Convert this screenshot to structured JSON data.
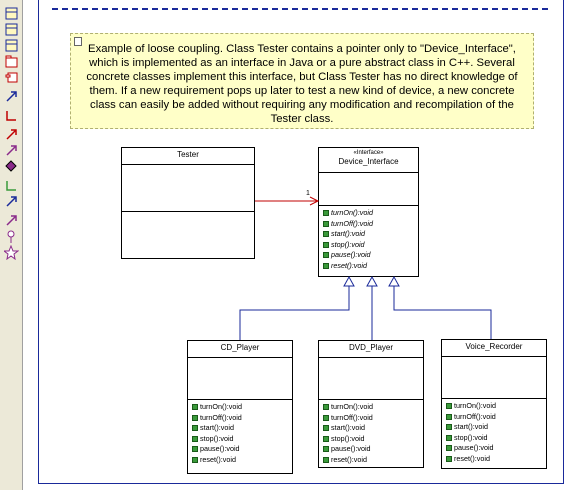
{
  "note": {
    "text": "Example of loose coupling.  Class Tester contains a pointer only to \"Device_Interface\", which is implemented as an interface in Java or a pure abstract class in C++.  Several concrete classes implement this interface, but Class Tester has no direct knowledge of them.  If a new requirement pops up later to test a new kind of device, a new concrete class can easily be added without requiring any modification and recompilation of the Tester class."
  },
  "tester": {
    "name": "Tester"
  },
  "device_interface": {
    "stereotype": "«Interface»",
    "name": "Device_Interface",
    "operations": [
      "turnOn():void",
      "turnOff():void",
      "start():void",
      "stop():void",
      "pause():void",
      "reset():void"
    ]
  },
  "association": {
    "multiplicity": "1"
  },
  "cd_player": {
    "name": "CD_Player",
    "operations": [
      "turnOn():void",
      "turnOff():void",
      "start():void",
      "stop():void",
      "pause():void",
      "reset():void"
    ]
  },
  "dvd_player": {
    "name": "DVD_Player",
    "operations": [
      "turnOn():void",
      "turnOff():void",
      "start():void",
      "stop():void",
      "pause():void",
      "reset():void"
    ]
  },
  "voice_recorder": {
    "name": "Voice_Recorder",
    "operations": [
      "turnOn():void",
      "turnOff():void",
      "start():void",
      "stop():void",
      "pause():void",
      "reset():void"
    ]
  },
  "toolbar": {
    "tools": [
      "select-icon",
      "class-icon",
      "interface-icon",
      "package-icon",
      "component-icon",
      "association-icon",
      "dependency-icon",
      "generalization-icon",
      "realization-icon",
      "aggregation-icon",
      "composition-icon",
      "link-icon",
      "note-link-icon",
      "anchor-icon",
      "constraint-icon",
      "actor-icon"
    ],
    "colors": {
      "blue": "#1a2a9a",
      "red": "#c00000",
      "green": "#3a9a3a",
      "purple": "#8a2a8a"
    }
  }
}
